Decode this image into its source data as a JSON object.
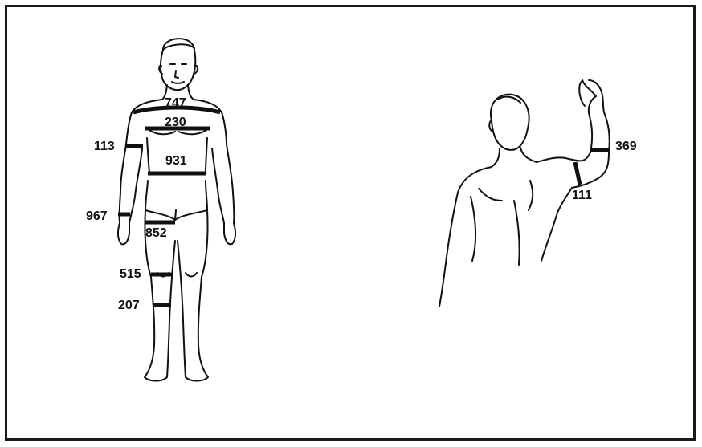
{
  "front_figure": {
    "labels": {
      "shoulders": "747",
      "chest": "230",
      "upper_arm": "113",
      "waist": "931",
      "wrist": "967",
      "thigh": "852",
      "knee": "515",
      "calf": "207"
    }
  },
  "back_figure": {
    "labels": {
      "forearm": "369",
      "biceps": "111"
    }
  },
  "colors": {
    "ink": "#111111",
    "paper": "#ffffff"
  }
}
